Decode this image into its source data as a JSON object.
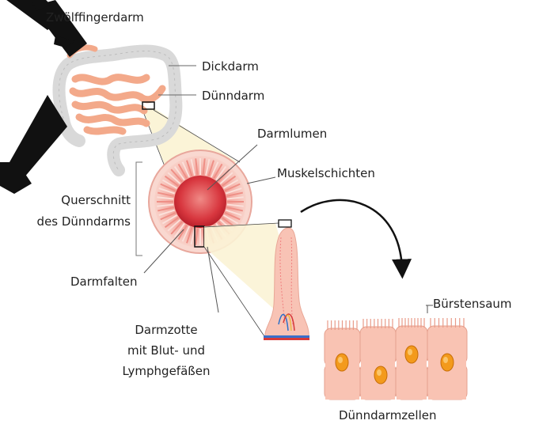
{
  "labels": {
    "zwoelffingerdarm": "Zwölffingerdarm",
    "dickdarm": "Dickdarm",
    "duenndarm": "Dünndarm",
    "darmlumen": "Darmlumen",
    "muskelschichten": "Muskelschichten",
    "querschnitt_line1": "Querschnitt",
    "querschnitt_line2": "des Dünndarms",
    "darmfalten": "Darmfalten",
    "darmzotte_line1": "Darmzotte",
    "darmzotte_line2": "mit Blut- und",
    "darmzotte_line3": "Lymphgefäßen",
    "buerstensaum": "Bürstensaum",
    "duenndarmzellen": "Dünndarmzellen"
  },
  "colors": {
    "large_intestine": "#e8e8e8",
    "small_intestine": "#f6b79b",
    "lumen": "#d8373f",
    "wall": "#f7c9c4",
    "zoom_fill": "#fbf3d5",
    "cell": "#f9c3b3",
    "nucleus": "#f39a1c",
    "watermark": "#111111"
  }
}
